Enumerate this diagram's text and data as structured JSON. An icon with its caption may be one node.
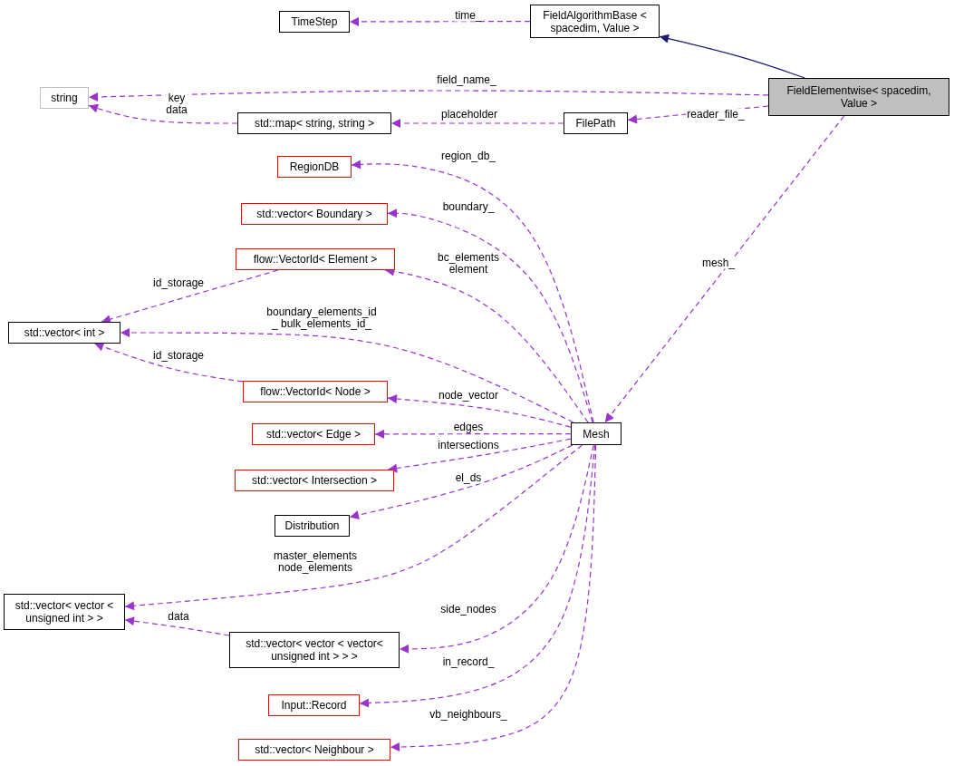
{
  "diagram": {
    "nodes": [
      {
        "text": [
          "FieldElementwise< spacedim, Value >"
        ]
      },
      {
        "text": [
          "FieldAlgorithmBase < spacedim, Value >"
        ]
      },
      {
        "text": [
          "TimeStep"
        ]
      },
      {
        "text": [
          "string"
        ]
      },
      {
        "text": [
          "std::map< string, string >"
        ]
      },
      {
        "text": [
          "FilePath"
        ]
      },
      {
        "text": [
          "Mesh"
        ]
      },
      {
        "text": [
          "RegionDB"
        ]
      },
      {
        "text": [
          "std::vector< Boundary >"
        ]
      },
      {
        "text": [
          "flow::VectorId< Element >"
        ]
      },
      {
        "text": [
          "std::vector< int >"
        ]
      },
      {
        "text": [
          "flow::VectorId< Node >"
        ]
      },
      {
        "text": [
          "std::vector< Edge >"
        ]
      },
      {
        "text": [
          "std::vector< Intersection >"
        ]
      },
      {
        "text": [
          "Distribution"
        ]
      },
      {
        "text": [
          "std::vector< vector < unsigned int > >"
        ]
      },
      {
        "text": [
          "std::vector< vector < vector< unsigned int > > >"
        ]
      },
      {
        "text": [
          "Input::Record"
        ]
      },
      {
        "text": [
          "std::vector< Neighbour >"
        ]
      }
    ],
    "edges": [
      {
        "from": 0,
        "to": 1,
        "arrow": "to",
        "color": "#191970"
      },
      {
        "from": 1,
        "to": 2,
        "arrow": "to",
        "label": "time_",
        "style": "dashed"
      },
      {
        "from": 0,
        "to": 3,
        "arrow": "to",
        "label": "field_name_",
        "style": "dashed"
      },
      {
        "from": 4,
        "to": 3,
        "arrow": "to",
        "label": "key data",
        "style": "dashed"
      },
      {
        "from": 5,
        "to": 4,
        "arrow": "to",
        "label": "placeholder",
        "style": "dashed"
      },
      {
        "from": 0,
        "to": 5,
        "arrow": "to",
        "label": "reader_file_",
        "style": "dashed"
      },
      {
        "from": 0,
        "to": 6,
        "arrow": "to",
        "label": "mesh_",
        "style": "dashed"
      },
      {
        "from": 6,
        "to": 7,
        "arrow": "to",
        "label": "region_db_",
        "style": "dashed"
      },
      {
        "from": 6,
        "to": 8,
        "arrow": "to",
        "label": "boundary_",
        "style": "dashed"
      },
      {
        "from": 6,
        "to": 9,
        "arrow": "to",
        "label": "bc_elements element",
        "style": "dashed"
      },
      {
        "from": 9,
        "to": 10,
        "arrow": "to",
        "label": "id_storage",
        "style": "dashed"
      },
      {
        "from": 6,
        "to": 10,
        "arrow": "to",
        "label": "boundary_elements_id _ bulk_elements_id_",
        "style": "dashed"
      },
      {
        "from": 11,
        "to": 10,
        "arrow": "to",
        "label": "id_storage",
        "style": "dashed"
      },
      {
        "from": 6,
        "to": 11,
        "arrow": "to",
        "label": "node_vector",
        "style": "dashed"
      },
      {
        "from": 6,
        "to": 12,
        "arrow": "to",
        "label": "edges",
        "style": "dashed"
      },
      {
        "from": 6,
        "to": 13,
        "arrow": "to",
        "label": "intersections",
        "style": "dashed"
      },
      {
        "from": 6,
        "to": 14,
        "arrow": "to",
        "label": "el_ds",
        "style": "dashed"
      },
      {
        "from": 6,
        "to": 15,
        "arrow": "to",
        "label": "master_elements node_elements",
        "style": "dashed"
      },
      {
        "from": 16,
        "to": 15,
        "arrow": "to",
        "label": "data",
        "style": "dashed"
      },
      {
        "from": 6,
        "to": 16,
        "arrow": "to",
        "label": "side_nodes",
        "style": "dashed"
      },
      {
        "from": 6,
        "to": 17,
        "arrow": "to",
        "label": "in_record_",
        "style": "dashed"
      },
      {
        "from": 6,
        "to": 18,
        "arrow": "to",
        "label": "vb_neighbours_",
        "style": "dashed"
      }
    ]
  }
}
